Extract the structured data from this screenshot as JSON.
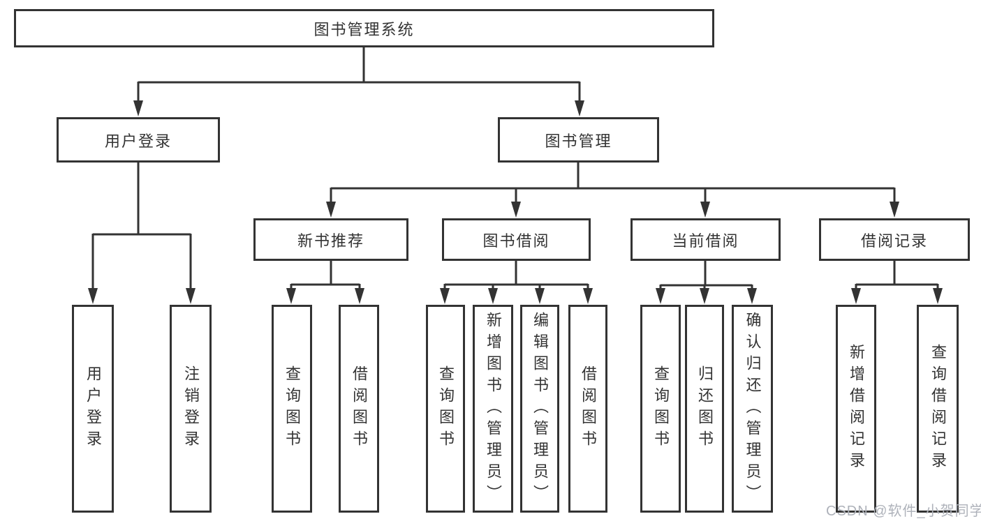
{
  "tree": {
    "root": {
      "label": "图书管理系统"
    },
    "branches": [
      {
        "label": "用户登录",
        "children": [
          {
            "label": "用户登录"
          },
          {
            "label": "注销登录"
          }
        ]
      },
      {
        "label": "图书管理",
        "groups": [
          {
            "label": "新书推荐",
            "children": [
              {
                "label": "查询图书"
              },
              {
                "label": "借阅图书"
              }
            ]
          },
          {
            "label": "图书借阅",
            "children": [
              {
                "label": "查询图书"
              },
              {
                "label": "新增图书（管理员）"
              },
              {
                "label": "编辑图书（管理员）"
              },
              {
                "label": "借阅图书"
              }
            ]
          },
          {
            "label": "当前借阅",
            "children": [
              {
                "label": "查询图书"
              },
              {
                "label": "归还图书"
              },
              {
                "label": "确认归还（管理员）"
              }
            ]
          },
          {
            "label": "借阅记录",
            "children": [
              {
                "label": "新增借阅记录"
              },
              {
                "label": "查询借阅记录"
              }
            ]
          }
        ]
      }
    ]
  },
  "watermark": {
    "text": "CSDN @软件_小贺同学"
  },
  "colors": {
    "line": "#333333",
    "box_background": "#ffffff",
    "text": "#333333",
    "watermark": "#aeb2ba"
  }
}
